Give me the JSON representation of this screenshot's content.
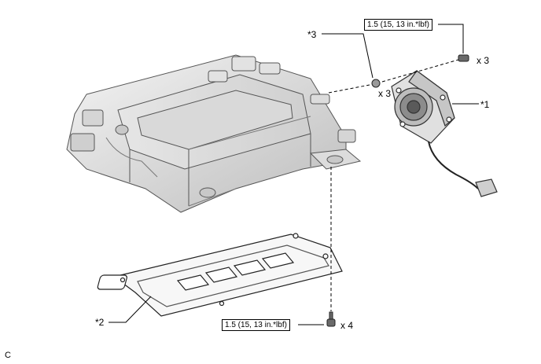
{
  "diagram": {
    "torque_top": "1.5 (15, 13 in.*lbf)",
    "torque_bottom": "1.5 (15, 13 in.*lbf)",
    "qty_top_bolts": "x 3",
    "qty_nuts": "x 3",
    "qty_bottom_bolts": "x 4",
    "callout_1": "*1",
    "callout_2": "*2",
    "callout_3": "*3",
    "figure_code": "C"
  }
}
